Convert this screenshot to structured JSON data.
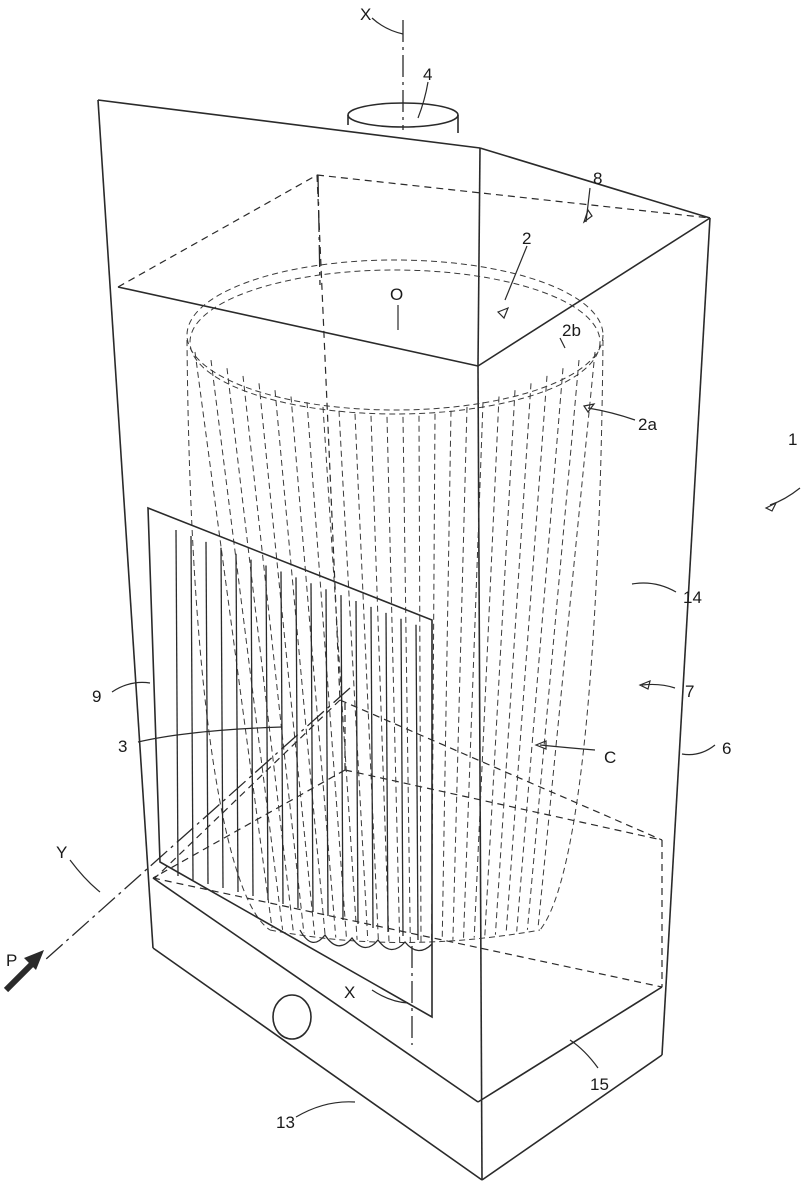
{
  "figure": {
    "labels": {
      "axis_x_top": "X",
      "axis_x_bottom": "X",
      "axis_y": "Y",
      "direction_p": "P",
      "ref_1": "1",
      "ref_2": "2",
      "ref_2a": "2a",
      "ref_2b": "2b",
      "ref_3": "3",
      "ref_4": "4",
      "ref_6": "6",
      "ref_7": "7",
      "ref_8": "8",
      "ref_9": "9",
      "ref_13": "13",
      "ref_14": "14",
      "ref_15": "15",
      "ref_o": "O",
      "ref_c": "C"
    },
    "colors": {
      "line": "#2a2a2a",
      "background": "#ffffff"
    }
  }
}
